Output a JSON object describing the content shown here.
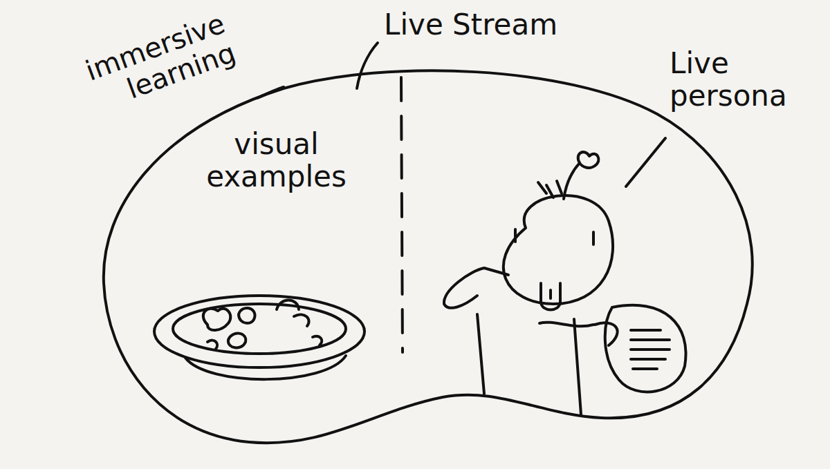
{
  "diagram": {
    "labels": [
      "immersive learning",
      "Live Stream",
      "Live persona",
      "visual examples"
    ]
  }
}
